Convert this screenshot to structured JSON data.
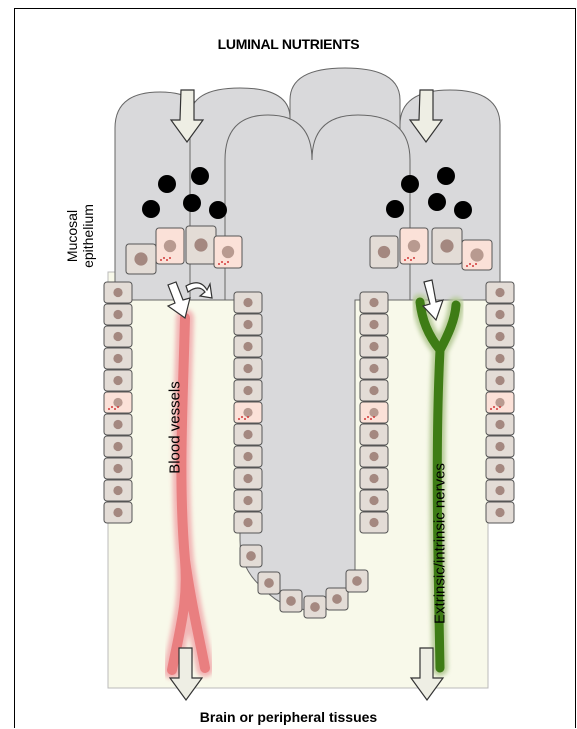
{
  "title": "LUMINAL NUTRIENTS",
  "footer": "Brain or peripheral tissues",
  "labels": {
    "mucosal_line1": "Mucosal",
    "mucosal_line2": "epithelium",
    "blood_vessels": "Blood vessels",
    "nerves": "Extrinsic/intrinsic nerves"
  },
  "colors": {
    "villus": "#d9d9db",
    "epithelial_cell": "#e3dcd6",
    "nucleus": "#a48880",
    "eec_cell": "#fbe1d8",
    "lamina": "#f8f9ea",
    "blood_vessel": "#e97f80",
    "nerve": "#3e7c15",
    "nutrient": "#000000",
    "arrow_fill": "#eeeee4"
  }
}
